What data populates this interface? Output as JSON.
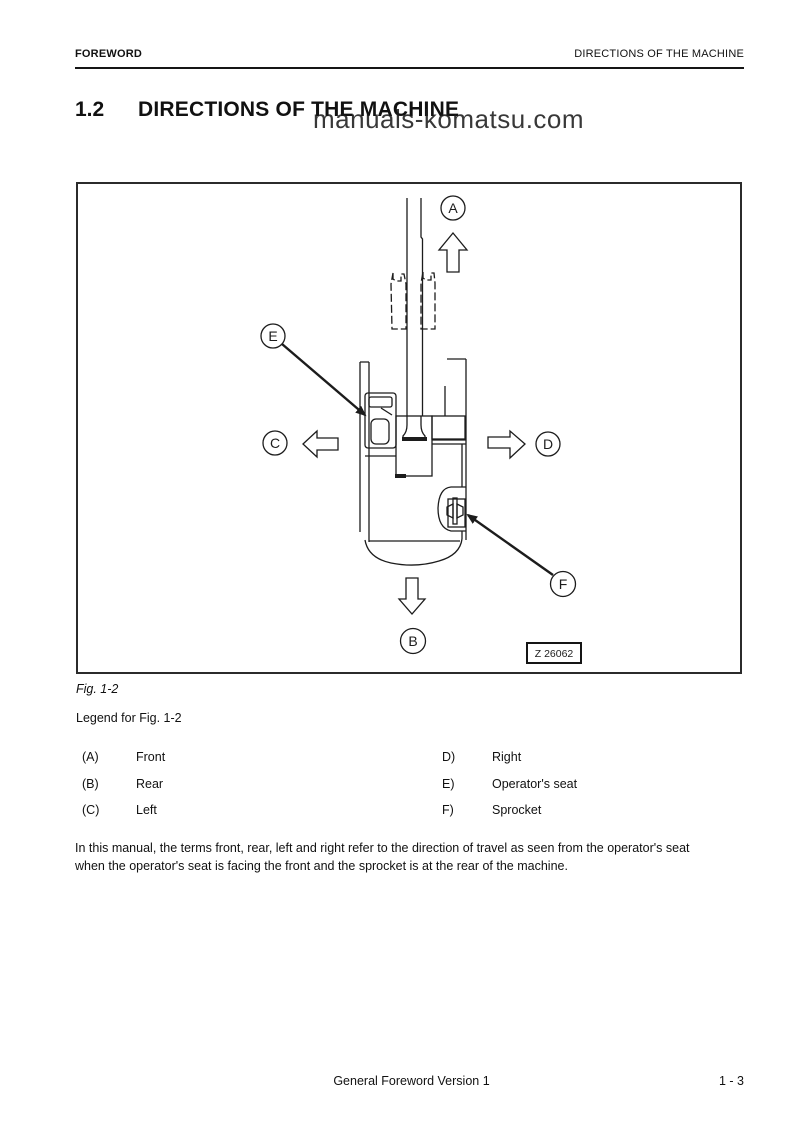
{
  "header": {
    "left": "FOREWORD",
    "right": "DIRECTIONS OF THE MACHINE"
  },
  "title": {
    "number": "1.2",
    "text": "DIRECTIONS OF THE MACHINE"
  },
  "watermark": "manuals-komatsu.com",
  "figure": {
    "caption": "Fig. 1-2",
    "drawing_number": "Z 26062",
    "labels": {
      "a": "A",
      "b": "B",
      "c": "C",
      "d": "D",
      "e": "E",
      "f": "F"
    }
  },
  "legend": {
    "heading": "Legend for Fig. 1-2",
    "left_column": [
      {
        "key": "(A)",
        "value": "Front"
      },
      {
        "key": "(B)",
        "value": "Rear"
      },
      {
        "key": "(C)",
        "value": "Left"
      }
    ],
    "right_column": [
      {
        "key": "D)",
        "value": "Right"
      },
      {
        "key": "E)",
        "value": "Operator's seat"
      },
      {
        "key": "F)",
        "value": "Sprocket"
      }
    ]
  },
  "paragraph": {
    "lines": [
      "In this manual, the terms front, rear, left and right refer to the direction of travel as seen from the operator's seat",
      "when the operator's seat is facing the front and the sprocket is at the rear of the machine."
    ]
  },
  "footer": {
    "center": "General Foreword Version 1",
    "right": "1 - 3"
  }
}
